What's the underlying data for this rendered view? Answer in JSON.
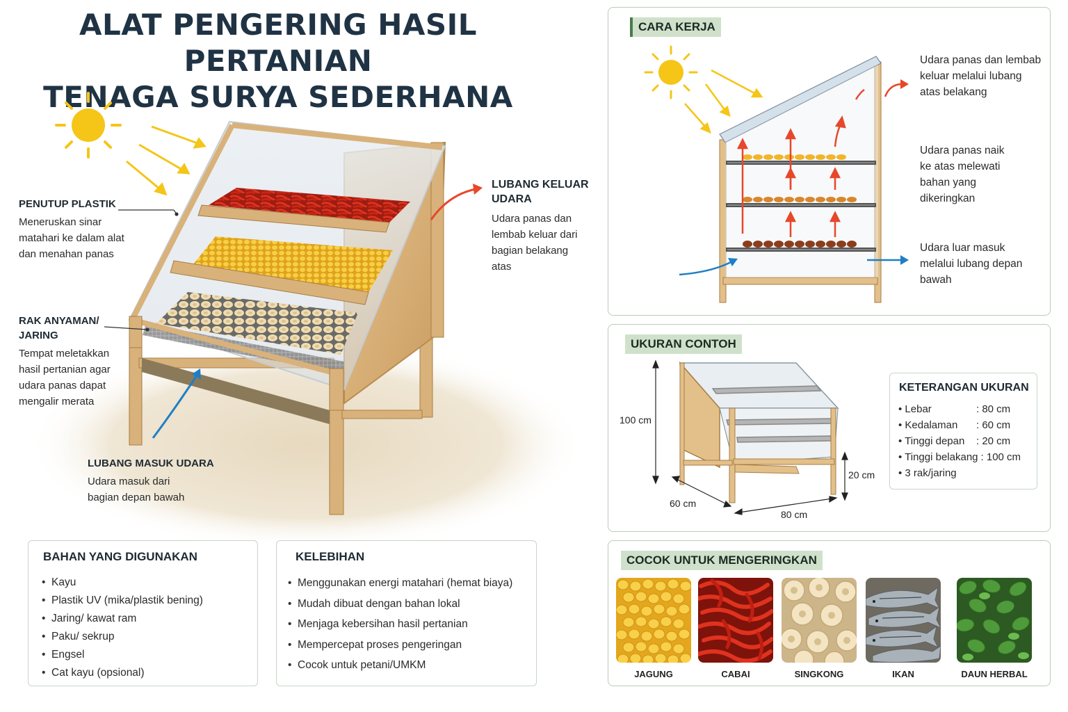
{
  "title": {
    "line1": "ALAT PENGERING HASIL PERTANIAN",
    "line2": "TENAGA SURYA SEDERHANA"
  },
  "callouts": {
    "cover": {
      "heading": "PENUTUP PLASTIK",
      "lines": [
        "Meneruskan sinar",
        "matahari ke dalam alat",
        "dan menahan panas"
      ]
    },
    "rack": {
      "heading_lines": [
        "RAK ANYAMAN/",
        "JARING"
      ],
      "lines": [
        "Tempat meletakkan",
        "hasil pertanian agar",
        "udara panas dapat",
        "mengalir merata"
      ]
    },
    "outlet": {
      "heading_lines": [
        "LUBANG KELUAR",
        "UDARA"
      ],
      "lines": [
        "Udara panas dan",
        "lembab keluar dari",
        "bagian belakang",
        "atas"
      ]
    },
    "inlet": {
      "heading": "LUBANG MASUK UDARA",
      "lines": [
        "Udara masuk dari",
        "bagian depan bawah"
      ]
    }
  },
  "materials": {
    "heading": "BAHAN YANG DIGUNAKAN",
    "items": [
      "Kayu",
      "Plastik UV (mika/plastik bening)",
      "Jaring/ kawat ram",
      "Paku/ sekrup",
      "Engsel",
      "Cat kayu (opsional)"
    ]
  },
  "advantages": {
    "heading": "KELEBIHAN",
    "items": [
      "Menggunakan energi matahari (hemat biaya)",
      "Mudah dibuat dengan bahan lokal",
      "Menjaga kebersihan hasil pertanian",
      "Mempercepat proses pengeringan",
      "Cocok untuk petani/UMKM"
    ]
  },
  "how_it_works": {
    "tag": "CARA KERJA",
    "notes": [
      {
        "lines": [
          "Udara panas dan lembab",
          "keluar melalui lubang",
          "atas belakang"
        ]
      },
      {
        "lines": [
          "Udara panas naik",
          "ke atas melewati",
          "bahan yang",
          "dikeringkan"
        ]
      },
      {
        "lines": [
          "Udara luar masuk",
          "melalui lubang depan",
          "bawah"
        ]
      }
    ]
  },
  "example_size": {
    "tag": "UKURAN CONTOH",
    "dims": {
      "height": "100 cm",
      "front": "20 cm",
      "depth": "60 cm",
      "width": "80 cm"
    },
    "legend": {
      "heading": "KETERANGAN UKURAN",
      "rows": [
        {
          "k": "Lebar",
          "v": ": 80 cm"
        },
        {
          "k": "Kedalaman",
          "v": ": 60 cm"
        },
        {
          "k": "Tinggi depan",
          "v": ": 20 cm"
        },
        {
          "k": "Tinggi belakang",
          "v": ": 100 cm"
        }
      ],
      "extra": "3 rak/jaring"
    }
  },
  "suitable": {
    "tag": "COCOK UNTUK MENGERINGKAN",
    "items": [
      {
        "label": "JAGUNG",
        "icon": "corn-kernels"
      },
      {
        "label": "CABAI",
        "icon": "red-chili"
      },
      {
        "label": "SINGKONG",
        "icon": "cassava-chips"
      },
      {
        "label": "IKAN",
        "icon": "dried-fish"
      },
      {
        "label": "DAUN HERBAL",
        "icon": "herbal-leaves"
      }
    ]
  },
  "colors": {
    "wood": "#d8b27a",
    "wood_dark": "#b98c52",
    "sun": "#f5c518",
    "red_arrow": "#e8472a",
    "blue_arrow": "#1f7fc4",
    "panel_border": "#b8cdb8",
    "tag_bg": "#cfe1cb",
    "title": "#1f3344"
  }
}
